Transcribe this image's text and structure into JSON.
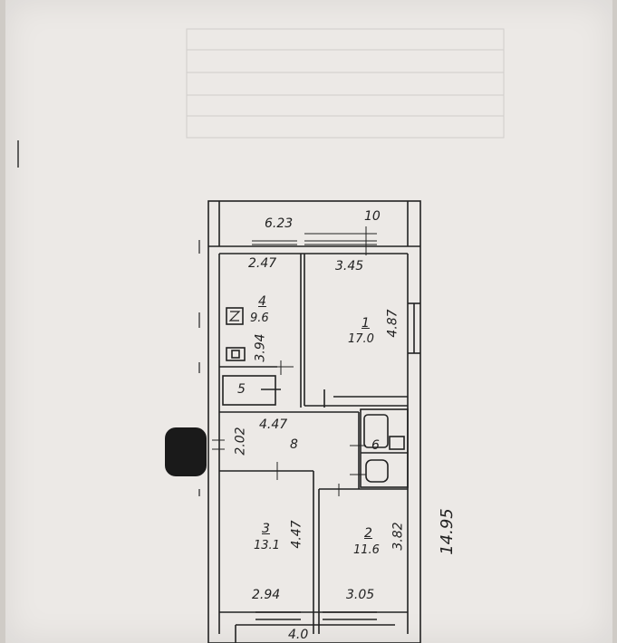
{
  "plan": {
    "overall_length": "14.95",
    "balcony_top": {
      "width": "6.23",
      "room_no": "10"
    },
    "balcony_bottom": {
      "width": "4.0"
    },
    "rooms": [
      {
        "no": "1",
        "area": "17.0",
        "width": "3.45",
        "depth": "4.87"
      },
      {
        "no": "2",
        "area": "11.6",
        "width": "3.05",
        "depth": "3.82"
      },
      {
        "no": "3",
        "area": "13.1",
        "width": "2.94",
        "depth": "4.47"
      },
      {
        "no": "4",
        "area": "9.6",
        "width": "2.47",
        "depth": "3.94"
      },
      {
        "no": "5"
      },
      {
        "no": "6"
      },
      {
        "no": "8",
        "width": "4.47",
        "depth": "2.02"
      }
    ]
  }
}
